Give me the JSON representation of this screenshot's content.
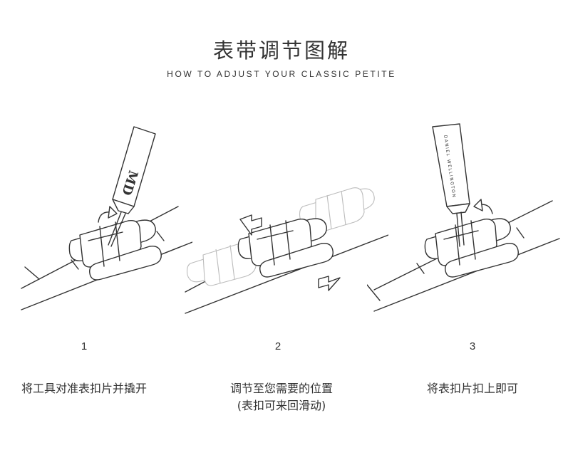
{
  "header": {
    "title": "表带调节图解",
    "subtitle": "HOW TO ADJUST YOUR CLASSIC PETITE"
  },
  "steps": [
    {
      "number": "1",
      "caption": "将工具对准表扣片并撬开",
      "caption2": ""
    },
    {
      "number": "2",
      "caption": "调节至您需要的位置",
      "caption2": "(表扣可来回滑动)"
    },
    {
      "number": "3",
      "caption": "将表扣片扣上即可",
      "caption2": ""
    }
  ],
  "tools": {
    "monogram": "MD",
    "brand_text": "DANIEL WELLINGTON"
  }
}
